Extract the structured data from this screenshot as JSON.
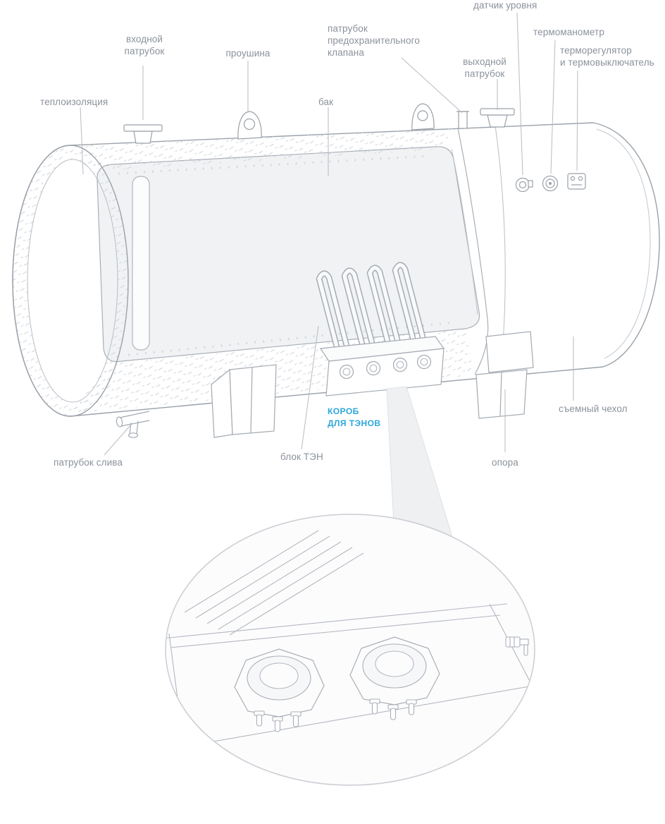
{
  "colors": {
    "label": "#8b929c",
    "accent": "#2BA7D9",
    "line": "#b6bbc2"
  },
  "labels": {
    "insulation": "теплоизоляция",
    "inlet": "входной\nпатрубок",
    "lug": "проушина",
    "tank": "бак",
    "safety_valve": "патрубок\nпредохранительного\nклапана",
    "level_sensor": "датчик уровня",
    "outlet": "выходной\nпатрубок",
    "thermomanometer": "термоманометр",
    "thermostat": "терморегулятор\nи термовыключатель",
    "drain": "патрубок слива",
    "heater_block": "блок ТЭН",
    "heater_box": "КОРОБ\nДЛЯ ТЭНОВ",
    "support": "опора",
    "cover": "съемный чехол"
  }
}
